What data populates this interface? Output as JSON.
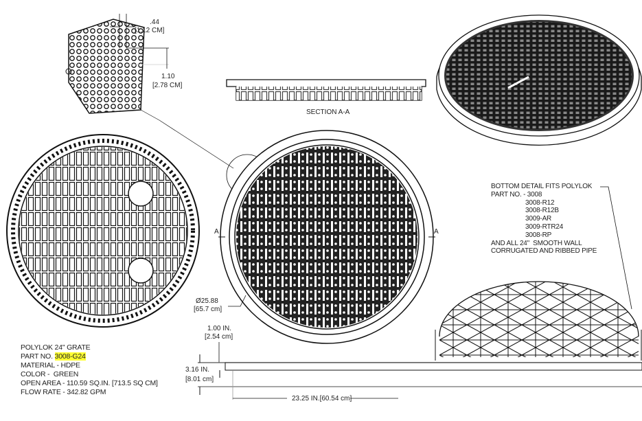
{
  "title": "POLYLOK 24\" GRATE",
  "specs": {
    "part_label": "PART NO.",
    "part_number": "3008-G24",
    "material": "MATERIAL - HDPE",
    "color": "COLOR -  GREEN",
    "open_area": "OPEN AREA - 110.59 SQ.IN. [713.5 SQ CM]",
    "flow_rate": "FLOW RATE - 342.82 GPM",
    "highlight_color": "#ffff33"
  },
  "detail": {
    "rib_width": ".44",
    "rib_width_metric": "[1.12 CM]",
    "depth": "1.10",
    "depth_metric": "[2.78 CM]"
  },
  "section": {
    "label": "SECTION A-A",
    "marker": "A"
  },
  "plan": {
    "diameter": "Ø25.88",
    "diameter_metric": "[65.7 cm]"
  },
  "side_view": {
    "lip": "1.00 IN.",
    "lip_metric": "[2.54 cm]",
    "height": "3.16 IN.",
    "height_metric": "[8.01 cm]",
    "width": "23.25 IN.[60.54 cm]"
  },
  "bottom_note": {
    "lines": [
      "BOTTOM DETAIL FITS POLYLOK",
      "PART NO. - 3008"
    ],
    "parts": [
      "3008-R12",
      "3008-R12B",
      "3009-AR",
      "3009-RTR24",
      "3008-RP"
    ],
    "footer": [
      "AND ALL 24\"  SMOOTH WALL",
      "CORRUGATED AND RIBBED PIPE"
    ]
  }
}
